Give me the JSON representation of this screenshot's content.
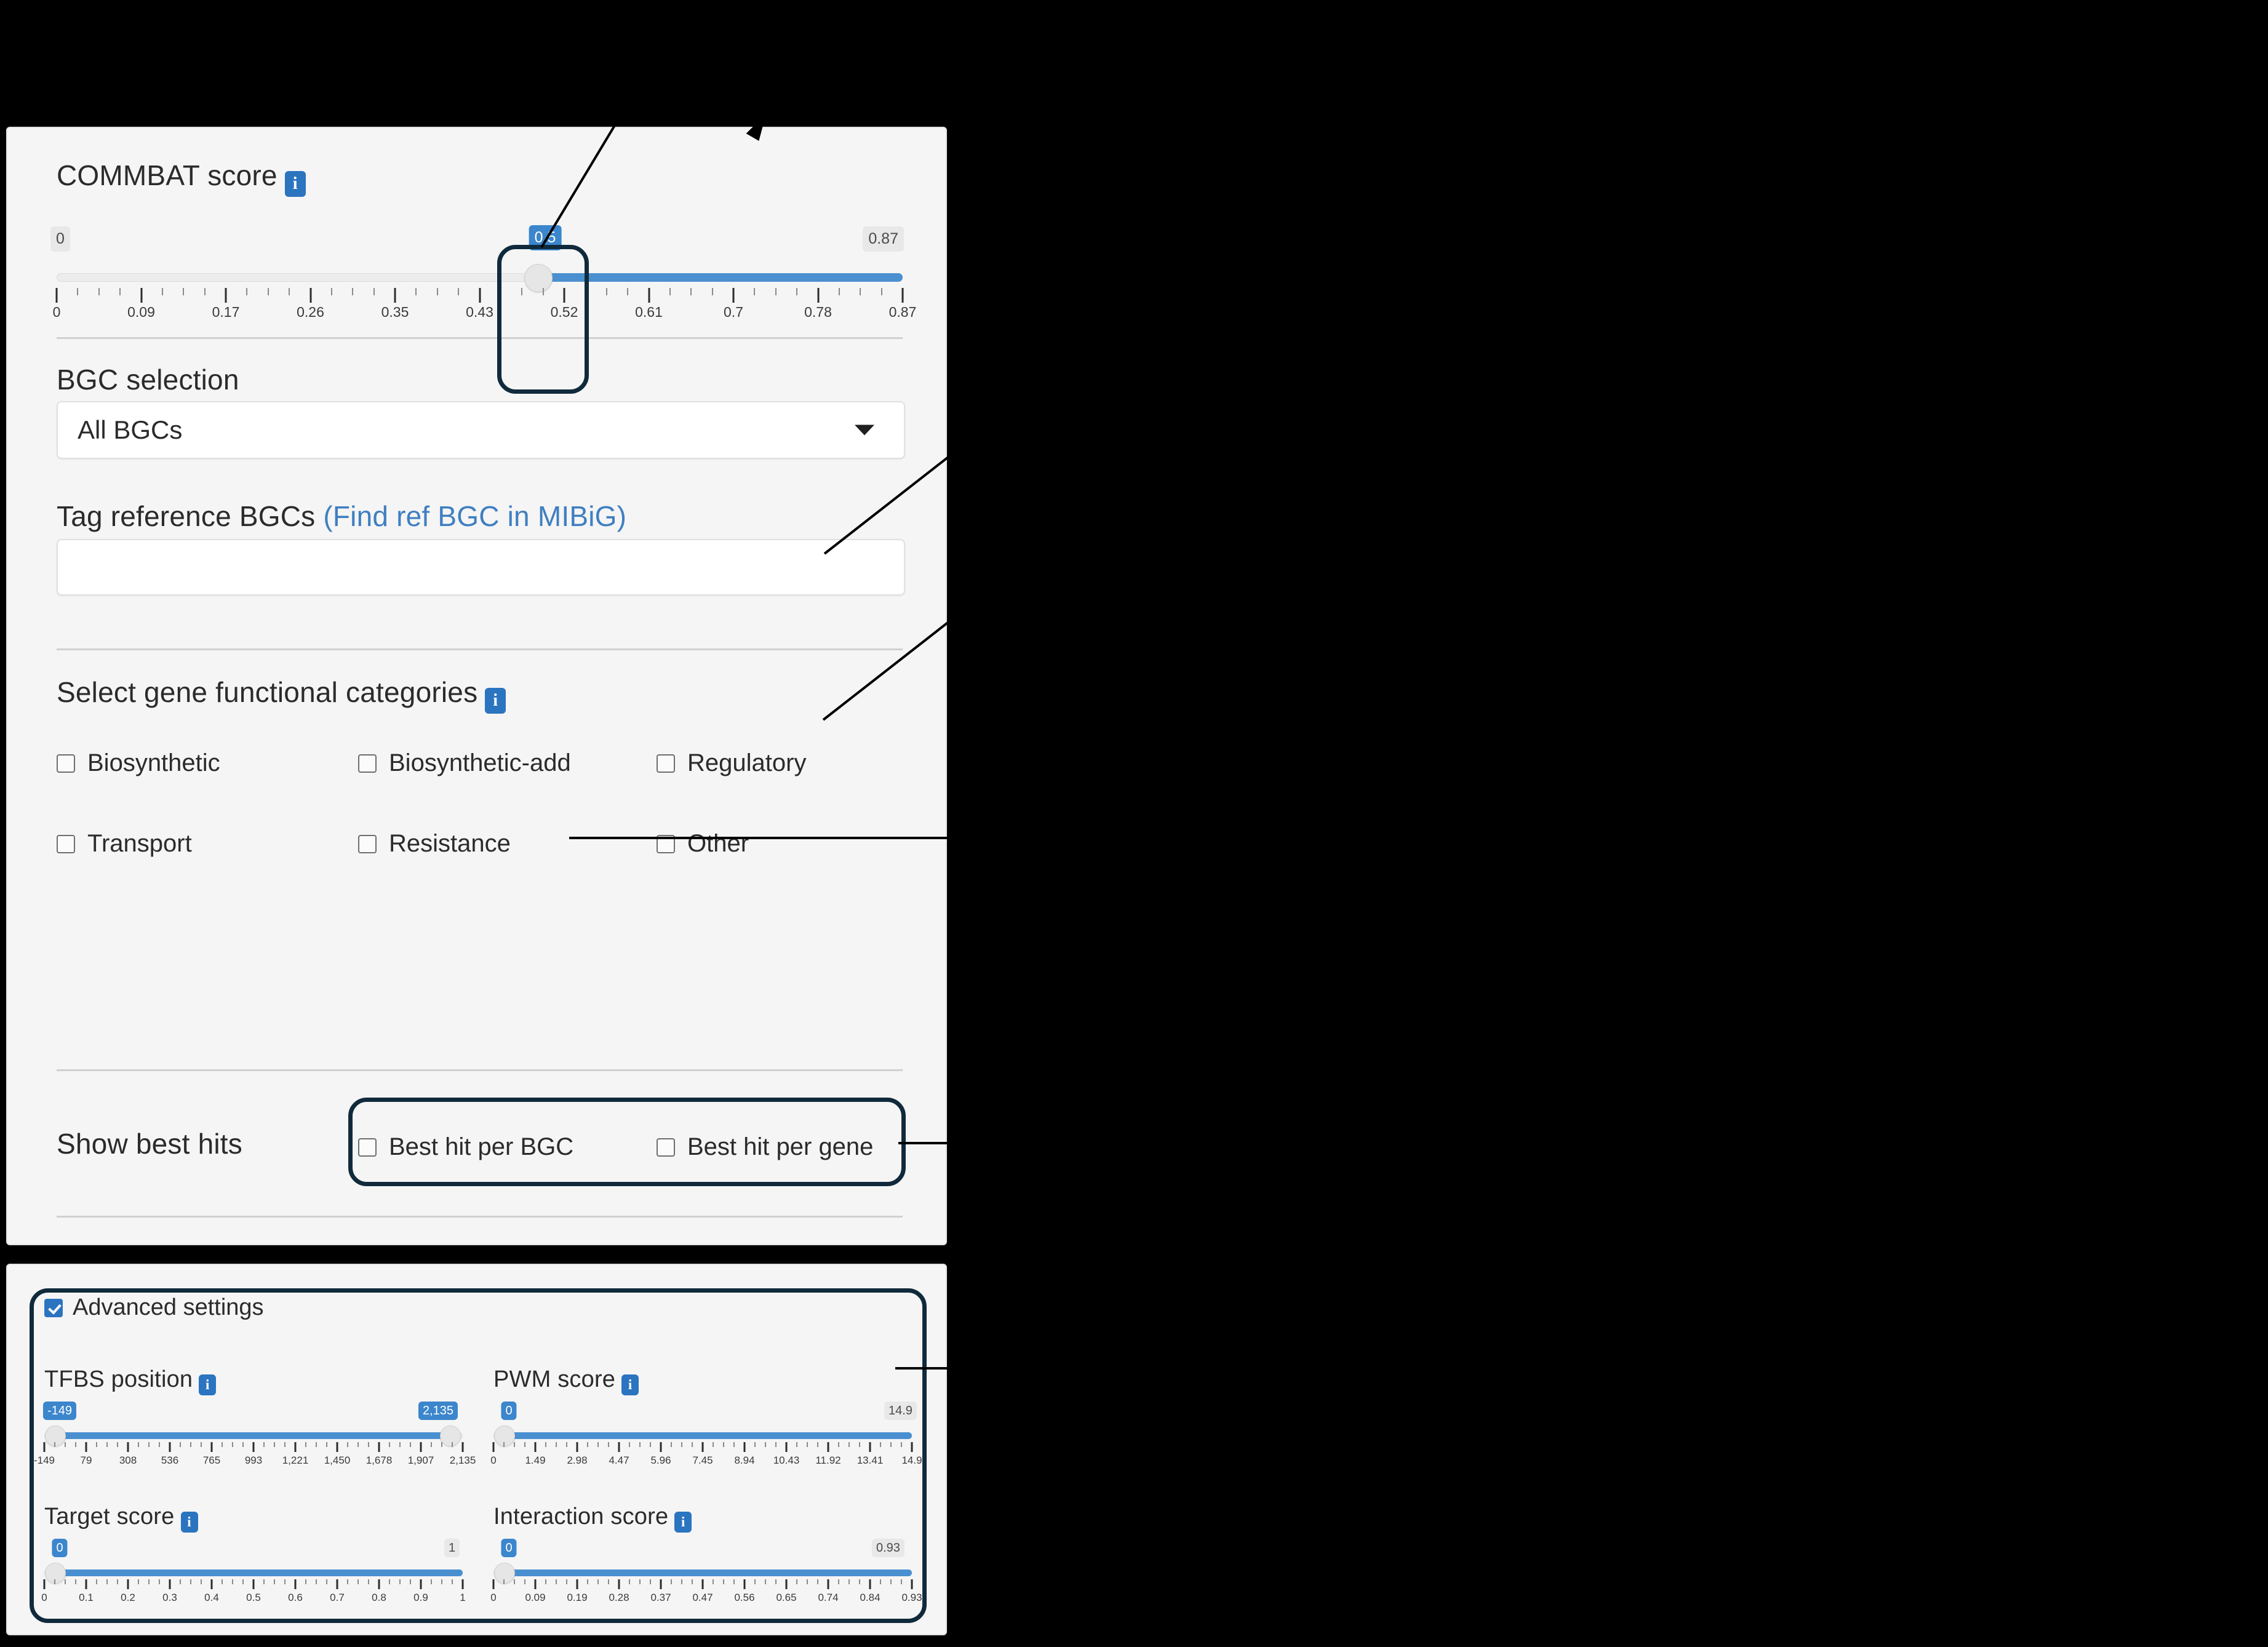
{
  "panels": {
    "main": {
      "commbat": {
        "label": "COMMBAT score",
        "info_icon": "info-icon",
        "min_bubble": "0",
        "max_bubble": "0.87",
        "value_bubble": "0.5",
        "value": 0.5,
        "range_min": 0,
        "range_max": 0.87,
        "ticks": [
          "0",
          "0.09",
          "0.17",
          "0.26",
          "0.35",
          "0.43",
          "0.52",
          "0.61",
          "0.7",
          "0.78",
          "0.87"
        ]
      },
      "bgc_selection": {
        "label": "BGC selection",
        "selected": "All BGCs",
        "caret_icon": "chevron-down-icon"
      },
      "tag_reference": {
        "label": "Tag reference BGCs",
        "link": "(Find ref BGC in MIBiG)",
        "value": "",
        "placeholder": ""
      },
      "gene_categories": {
        "label": "Select gene functional categories",
        "info_icon": "info-icon",
        "items": [
          {
            "label": "Biosynthetic",
            "checked": false
          },
          {
            "label": "Biosynthetic-add",
            "checked": false
          },
          {
            "label": "Regulatory",
            "checked": false
          },
          {
            "label": "Transport",
            "checked": false
          },
          {
            "label": "Resistance",
            "checked": false
          },
          {
            "label": "Other",
            "checked": false
          }
        ]
      },
      "best_hits": {
        "label": "Show best hits",
        "items": [
          {
            "label": "Best hit per BGC",
            "checked": false
          },
          {
            "label": "Best hit per gene",
            "checked": false
          }
        ]
      }
    },
    "advanced": {
      "toggle": {
        "label": "Advanced settings",
        "checked": true
      },
      "sliders": [
        {
          "label": "TFBS position",
          "info_icon": "info-icon",
          "min_bubble": "-149",
          "max_bubble": "2,135",
          "max_bubble_style": "blue",
          "lo": 0,
          "hi": 100,
          "ticks": [
            "-149",
            "79",
            "308",
            "536",
            "765",
            "993",
            "1,221",
            "1,450",
            "1,678",
            "1,907",
            "2,135"
          ]
        },
        {
          "label": "PWM score",
          "info_icon": "info-icon",
          "min_bubble": "0",
          "max_bubble": "14.9",
          "max_bubble_style": "grey",
          "lo": 0,
          "hi": 100,
          "ticks": [
            "0",
            "1.49",
            "2.98",
            "4.47",
            "5.96",
            "7.45",
            "8.94",
            "10.43",
            "11.92",
            "13.41",
            "14.9"
          ]
        },
        {
          "label": "Target score",
          "info_icon": "info-icon",
          "min_bubble": "0",
          "max_bubble": "1",
          "max_bubble_style": "grey",
          "lo": 0,
          "hi": 100,
          "ticks": [
            "0",
            "0.1",
            "0.2",
            "0.3",
            "0.4",
            "0.5",
            "0.6",
            "0.7",
            "0.8",
            "0.9",
            "1"
          ]
        },
        {
          "label": "Interaction score",
          "info_icon": "info-icon",
          "min_bubble": "0",
          "max_bubble": "0.93",
          "max_bubble_style": "grey",
          "lo": 0,
          "hi": 100,
          "ticks": [
            "0",
            "0.09",
            "0.19",
            "0.28",
            "0.37",
            "0.47",
            "0.56",
            "0.65",
            "0.74",
            "0.84",
            "0.93"
          ]
        }
      ]
    }
  },
  "colors": {
    "accent_blue": "#4a90d0",
    "bubble_blue": "#3b86cc",
    "info_blue": "#2b74c0",
    "link_blue": "#3f7fc1",
    "callout_navy": "#102a3c",
    "panel_bg": "#f5f5f5",
    "backdrop": "#000000"
  }
}
